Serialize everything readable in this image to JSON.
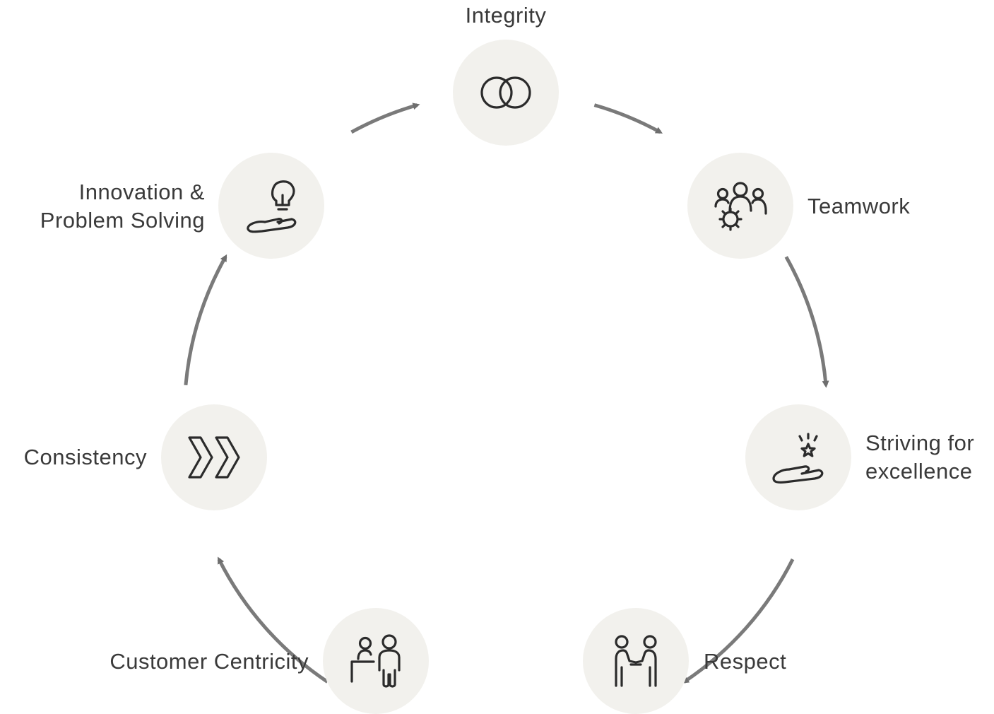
{
  "nodes": [
    {
      "id": "integrity",
      "label_lines": [
        "Integrity"
      ],
      "icon": "interlocking-rings-icon"
    },
    {
      "id": "teamwork",
      "label_lines": [
        "Teamwork"
      ],
      "icon": "team-gear-icon"
    },
    {
      "id": "striving",
      "label_lines": [
        "Striving for",
        "excellence"
      ],
      "icon": "hand-star-icon"
    },
    {
      "id": "respect",
      "label_lines": [
        "Respect"
      ],
      "icon": "handshake-people-icon"
    },
    {
      "id": "customer",
      "label_lines": [
        "Customer Centricity"
      ],
      "icon": "customer-service-icon"
    },
    {
      "id": "consistency",
      "label_lines": [
        "Consistency"
      ],
      "icon": "double-chevron-icon"
    },
    {
      "id": "innovation",
      "label_lines": [
        "Innovation &",
        "Problem Solving"
      ],
      "icon": "hand-lightbulb-icon"
    }
  ],
  "edges": [
    {
      "from": "integrity",
      "to": "teamwork"
    },
    {
      "from": "teamwork",
      "to": "striving"
    },
    {
      "from": "striving",
      "to": "respect"
    },
    {
      "from": "respect",
      "to": "customer"
    },
    {
      "from": "customer",
      "to": "consistency"
    },
    {
      "from": "consistency",
      "to": "innovation"
    },
    {
      "from": "innovation",
      "to": "integrity"
    }
  ],
  "colors": {
    "circle_fill": "#f2f1ed",
    "arrow": "#7a7a7a",
    "icon_stroke": "#2b2b2b",
    "text": "#3a3a3a"
  }
}
